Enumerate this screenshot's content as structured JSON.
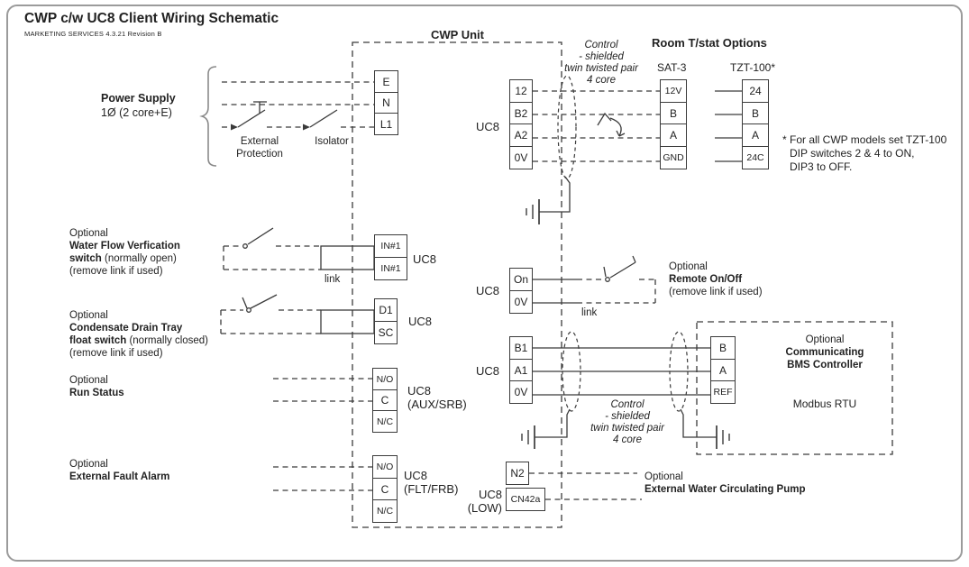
{
  "page": {
    "title": "CWP c/w UC8 Client Wiring Schematic",
    "subtitle": "MARKETING SERVICES 4.3.21 Revision B"
  },
  "colors": {
    "line": "#3b3b3b",
    "text": "#222222",
    "page_border": "#9b9b9b"
  },
  "cwp": {
    "label": "CWP Unit"
  },
  "room": {
    "header": "Room T/stat Options",
    "sat3_label": "SAT-3",
    "tzt_label": "TZT-100*",
    "note1": "* For all CWP models set TZT-100",
    "note2": "DIP switches 2 & 4 to ON,",
    "note3": "DIP3 to OFF."
  },
  "power": {
    "name": "Power Supply",
    "spec": "1Ø (2 core+E)",
    "protection1": "External",
    "protection2": "Protection",
    "isolator": "Isolator"
  },
  "shielded_note": {
    "l1": "Control",
    "l2": "- shielded",
    "l3": "twin twisted pair",
    "l4": "4 core"
  },
  "waterflow": {
    "l1": "Optional",
    "l2": "Water Flow Verfication",
    "l3b": "switch",
    "l3r": " (normally open)",
    "l4": "(remove link if used)"
  },
  "condensate": {
    "l1": "Optional",
    "l2": "Condensate Drain Tray",
    "l3b": "float switch",
    "l3r": " (normally closed)",
    "l4": "(remove link if used)"
  },
  "runstatus": {
    "l1": "Optional",
    "l2": "Run Status"
  },
  "fault": {
    "l1": "Optional",
    "l2": "External Fault Alarm"
  },
  "remote": {
    "l1": "Optional",
    "l2": "Remote On/Off",
    "l3": "(remove link if used)"
  },
  "pump": {
    "l1": "Optional",
    "l2": "External Water Circulating Pump"
  },
  "bms": {
    "l1": "Optional",
    "l2": "Communicating",
    "l3": "BMS Controller",
    "l4": "Modbus RTU"
  },
  "links": {
    "link1": "link",
    "link2": "link"
  },
  "uc8_labels": {
    "main": "UC8",
    "in1": "UC8",
    "d1sc": "UC8",
    "aux1": "UC8",
    "aux2": "(AUX/SRB)",
    "flt1": "UC8",
    "flt2": "(FLT/FRB)",
    "onoff": "UC8",
    "modbus": "UC8",
    "low1": "UC8",
    "low2": "(LOW)"
  },
  "blocks": {
    "power": [
      "E",
      "N",
      "L1"
    ],
    "uc8_main": [
      "12",
      "B2",
      "A2",
      "0V"
    ],
    "sat3": [
      "12V",
      "B",
      "A",
      "GND"
    ],
    "tzt": [
      "24",
      "B",
      "A",
      "24C"
    ],
    "in1": [
      "IN#1",
      "IN#1"
    ],
    "d1sc": [
      "D1",
      "SC"
    ],
    "aux": [
      "N/O",
      "C",
      "N/C"
    ],
    "flt": [
      "N/O",
      "C",
      "N/C"
    ],
    "onoff": [
      "On",
      "0V"
    ],
    "modbus": [
      "B1",
      "A1",
      "0V"
    ],
    "n2": [
      "N2"
    ],
    "cn42a": [
      "CN42a"
    ],
    "bms": [
      "B",
      "A",
      "REF"
    ]
  }
}
